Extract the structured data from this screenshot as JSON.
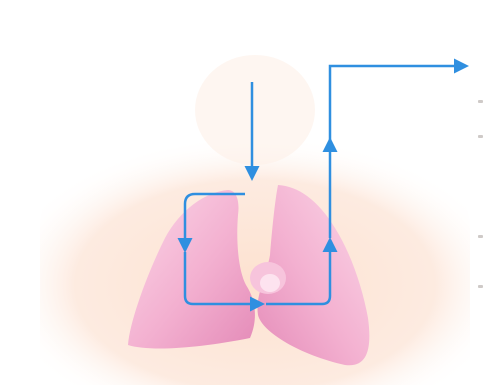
{
  "diagram": {
    "colors": {
      "background": "#ffffff",
      "body_glow": "#fde3d3",
      "lung_light": "#fbd3e6",
      "lung_mid": "#f2a7cb",
      "lung_dark": "#e58ab7",
      "flow_arrow": "#2f8fe0",
      "edge_marks": "#cfcac8"
    },
    "icons": {
      "body": "torso-silhouette",
      "lungs": "lungs-illustration",
      "arrows": "flow-arrow"
    }
  }
}
